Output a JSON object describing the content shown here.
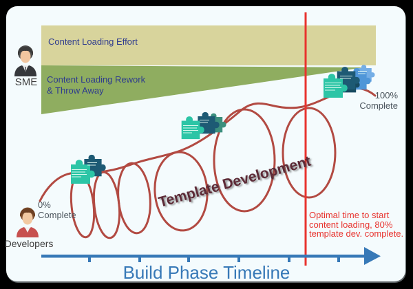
{
  "bands": {
    "effort_label": "Content Loading Effort",
    "rework_label_line1": "Content Loading Rework",
    "rework_label_line2": "& Throw Away"
  },
  "actors": {
    "sme_label": "SME",
    "developers_label": "Developers"
  },
  "spiral": {
    "label": "Template Development",
    "start_pct_line1": "0%",
    "start_pct_line2": "Complete",
    "end_pct_line1": "100%",
    "end_pct_line2": "Complete"
  },
  "annotation": {
    "line1": "Optimal time to start",
    "line2": "content loading, 80%",
    "line3": "template dev. complete."
  },
  "timeline": {
    "label": "Build Phase Timeline",
    "tick_count": 6
  },
  "icons": {
    "sme": "business-person-icon",
    "developers": "developer-person-icon",
    "puzzle": "puzzle-piece-icon"
  },
  "colors": {
    "panel_bg": "#f4fbfd",
    "band_tan": "#d8d49c",
    "band_green": "#8fad60",
    "band_text_navy": "#2e3b8e",
    "spiral_red": "#b24a42",
    "template_label_maroon": "#5d2b37",
    "accent_red": "#e8332e",
    "timeline_blue": "#3779b7",
    "puzzle_teal": "#2cc5a6",
    "puzzle_navy": "#1d5a74",
    "puzzle_dark_navy": "#174a60",
    "puzzle_seagreen": "#3c8f7e",
    "puzzle_steel_blue": "#4f96d8",
    "puzzle_light_blue": "#74aee6"
  }
}
